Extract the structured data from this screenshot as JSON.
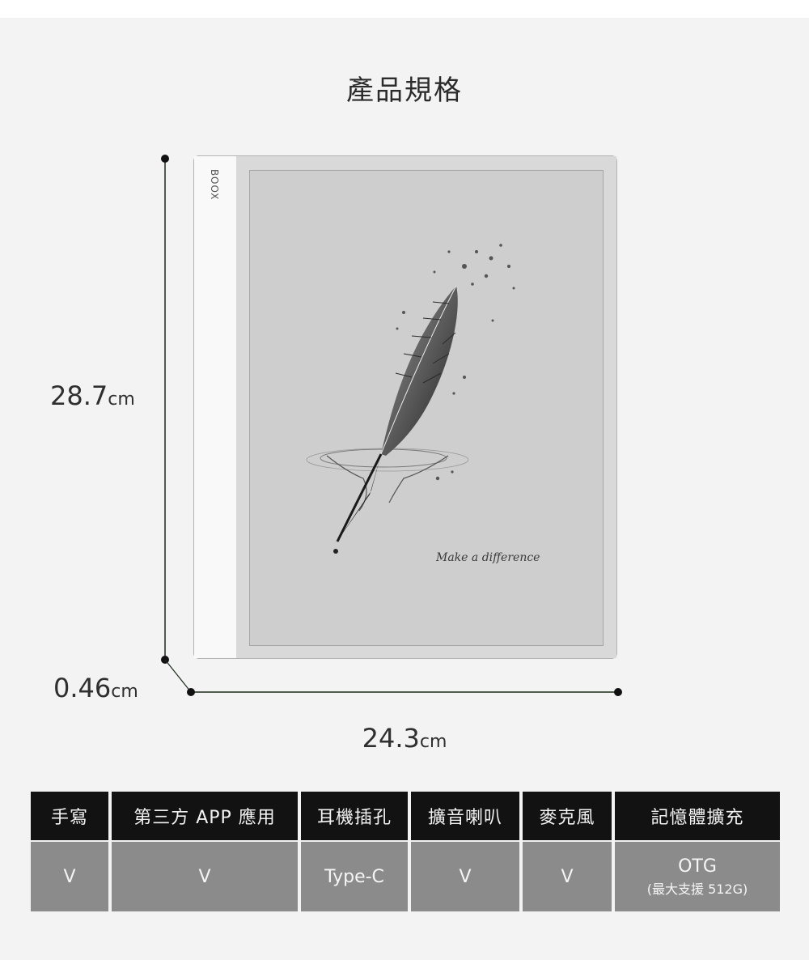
{
  "title": "產品規格",
  "device": {
    "brand": "BOOX",
    "screen_caption": "Make a difference"
  },
  "dimensions": {
    "height": {
      "value": "28.7",
      "unit": "cm"
    },
    "depth": {
      "value": "0.46",
      "unit": "cm"
    },
    "width": {
      "value": "24.3",
      "unit": "cm"
    }
  },
  "specs": {
    "headers": [
      "手寫",
      "第三方 APP 應用",
      "耳機插孔",
      "擴音喇叭",
      "麥克風",
      "記憶體擴充"
    ],
    "values": [
      "V",
      "V",
      "Type-C",
      "V",
      "V",
      "OTG"
    ],
    "memory_note": "(最大支援 512G)"
  },
  "colors": {
    "background": "#f3f3f3",
    "header_bg": "#121212",
    "value_bg": "#8b8b8b",
    "dimension_line": "#1a2a1a"
  }
}
